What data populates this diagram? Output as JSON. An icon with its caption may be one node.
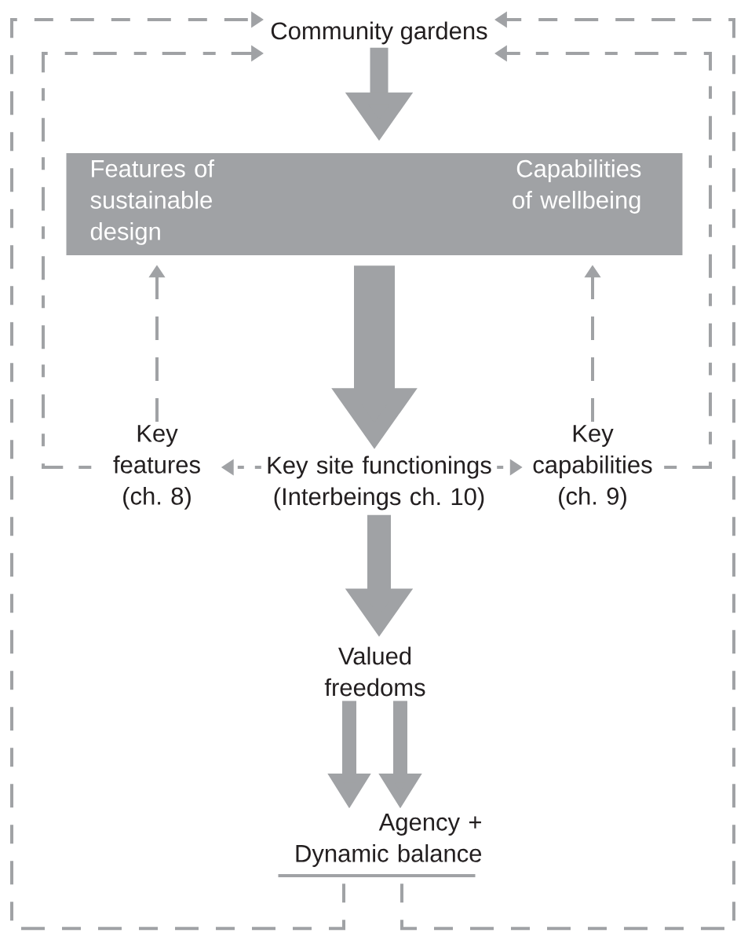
{
  "diagram": {
    "nodes": [
      {
        "text": [
          "Community gardens"
        ]
      },
      {
        "text": [
          "Features of sustainable design",
          "Capabilities of wellbeing"
        ]
      },
      {
        "text": [
          "Key features (ch. 8)"
        ]
      },
      {
        "text": [
          "Key site functionings (Interbeings ch. 10)"
        ]
      },
      {
        "text": [
          "Key capabilities (ch. 9)"
        ]
      },
      {
        "text": [
          "Valued freedoms"
        ]
      },
      {
        "text": [
          "Agency + Dynamic balance"
        ]
      },
      {
        "text": [],
        "shape": "bar"
      }
    ],
    "edges": [
      {
        "from": 0,
        "to": 1,
        "arrow": "to",
        "style": "thick"
      },
      {
        "from": 1,
        "to": 3,
        "arrow": "to",
        "style": "thick"
      },
      {
        "from": 3,
        "to": 5,
        "arrow": "to",
        "style": "thick"
      },
      {
        "from": 5,
        "to": 6,
        "arrow": "to",
        "style": "thick"
      },
      {
        "from": 5,
        "to": 6,
        "arrow": "to",
        "style": "thick"
      },
      {
        "from": 2,
        "to": 1,
        "arrow": "to",
        "style": "dashed"
      },
      {
        "from": 4,
        "to": 1,
        "arrow": "to",
        "style": "dashed"
      },
      {
        "from": 3,
        "to": 2,
        "arrow": "to",
        "style": "dashed"
      },
      {
        "from": 3,
        "to": 4,
        "arrow": "to",
        "style": "dashed"
      },
      {
        "from": 2,
        "to": 0,
        "arrow": "to",
        "style": "dashed"
      },
      {
        "from": 4,
        "to": 0,
        "arrow": "to",
        "style": "dashed"
      },
      {
        "from": 7,
        "to": 0,
        "arrow": "to",
        "style": "dashed"
      },
      {
        "from": 7,
        "to": 0,
        "arrow": "to",
        "style": "dashed"
      }
    ]
  }
}
